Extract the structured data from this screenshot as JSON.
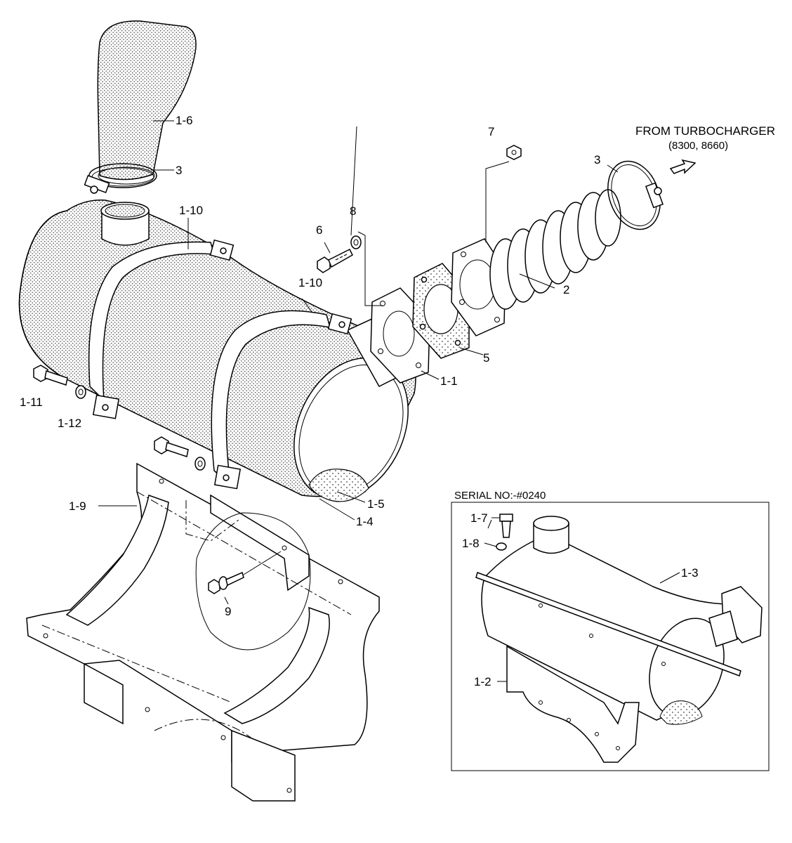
{
  "header": {
    "source": "FROM TURBOCHARGER",
    "models": "(8300, 8660)"
  },
  "inset": {
    "title": "SERIAL NO:-#0240"
  },
  "callouts": {
    "p1_6": "1-6",
    "p3_top": "3",
    "p3_right": "3",
    "p7": "7",
    "p1_10_top": "1-10",
    "p1_10_mid": "1-10",
    "p6": "6",
    "p8": "8",
    "p2": "2",
    "p5": "5",
    "p1_1": "1-1",
    "p1_11": "1-11",
    "p1_12": "1-12",
    "p1_5": "1-5",
    "p1_4": "1-4",
    "p1_9": "1-9",
    "p9": "9",
    "p1_7": "1-7",
    "p1_8": "1-8",
    "p1_3": "1-3",
    "p1_2": "1-2"
  },
  "icons": {
    "flow_arrow": "hollow-arrow-down-left"
  }
}
